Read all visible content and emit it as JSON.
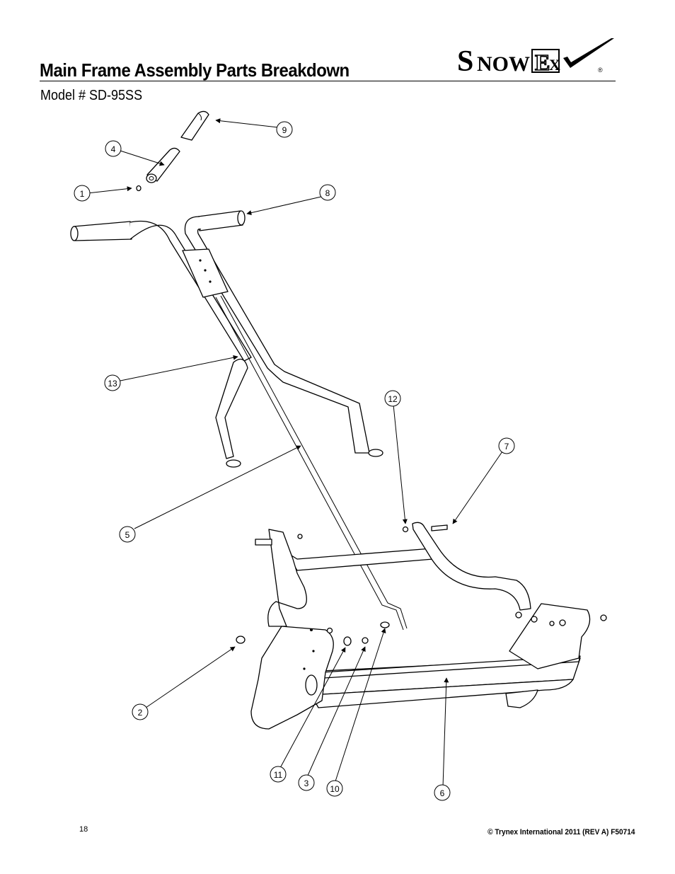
{
  "header": {
    "title": "Main Frame Assembly Parts Breakdown",
    "model": "Model # SD-95SS",
    "logo": {
      "text_snow": "SnowEx",
      "trademark": "®",
      "icon": "checkmark-icon"
    }
  },
  "callouts": [
    {
      "label": "1"
    },
    {
      "label": "2"
    },
    {
      "label": "3"
    },
    {
      "label": "4"
    },
    {
      "label": "5"
    },
    {
      "label": "6"
    },
    {
      "label": "7"
    },
    {
      "label": "8"
    },
    {
      "label": "9"
    },
    {
      "label": "10"
    },
    {
      "label": "11"
    },
    {
      "label": "12"
    },
    {
      "label": "13"
    }
  ],
  "footer": {
    "page_number": "18",
    "copyright": "© Trynex International 2011  (REV A) F50714"
  }
}
